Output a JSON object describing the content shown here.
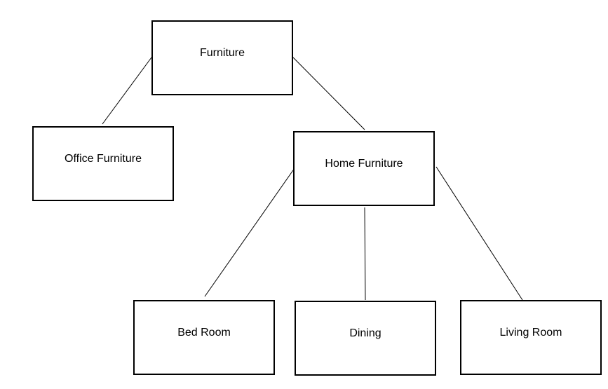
{
  "diagram": {
    "nodes": {
      "root": "Furniture",
      "office": "Office Furniture",
      "home": "Home Furniture",
      "bed": "Bed Room",
      "dining": "Dining",
      "living": "Living Room"
    },
    "edges": [
      [
        "Furniture",
        "Office Furniture"
      ],
      [
        "Furniture",
        "Home Furniture"
      ],
      [
        "Home Furniture",
        "Bed Room"
      ],
      [
        "Home Furniture",
        "Dining"
      ],
      [
        "Home Furniture",
        "Living Room"
      ]
    ],
    "colors": {
      "stroke": "#000000",
      "background": "#ffffff"
    }
  }
}
